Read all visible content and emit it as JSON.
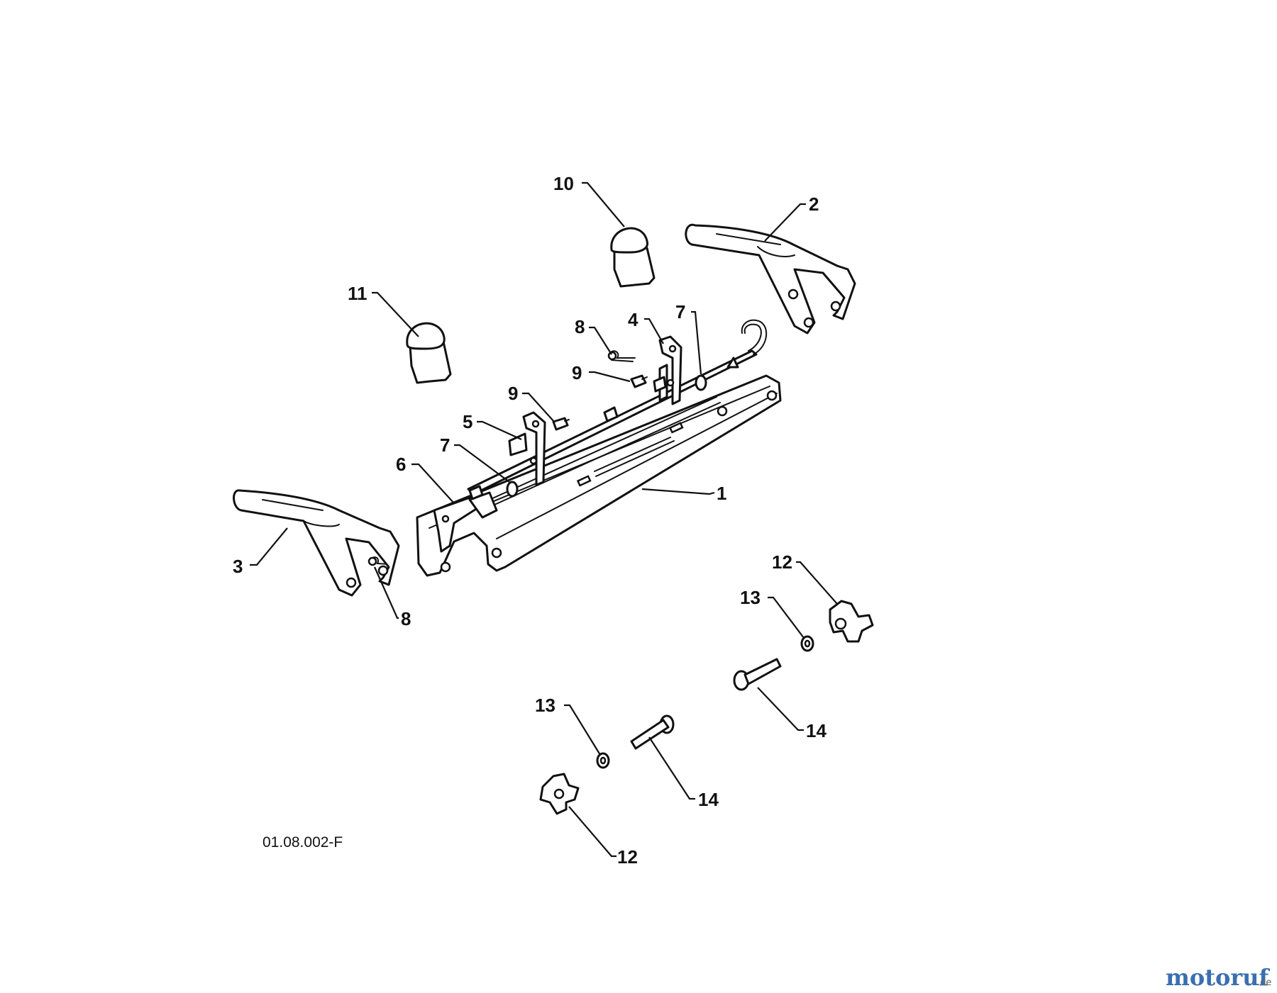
{
  "diagram": {
    "drawing_code": "01.08.002-F",
    "callouts": {
      "c1": "1",
      "c2": "2",
      "c3": "3",
      "c4": "4",
      "c5": "5",
      "c6": "6",
      "c7a": "7",
      "c7b": "7",
      "c8a": "8",
      "c8b": "8",
      "c9a": "9",
      "c9b": "9",
      "c10": "10",
      "c11": "11",
      "c12a": "12",
      "c12b": "12",
      "c13a": "13",
      "c13b": "13",
      "c14a": "14",
      "c14b": "14"
    }
  },
  "watermark": {
    "brand": "motoruf",
    "suffix": ".de"
  }
}
